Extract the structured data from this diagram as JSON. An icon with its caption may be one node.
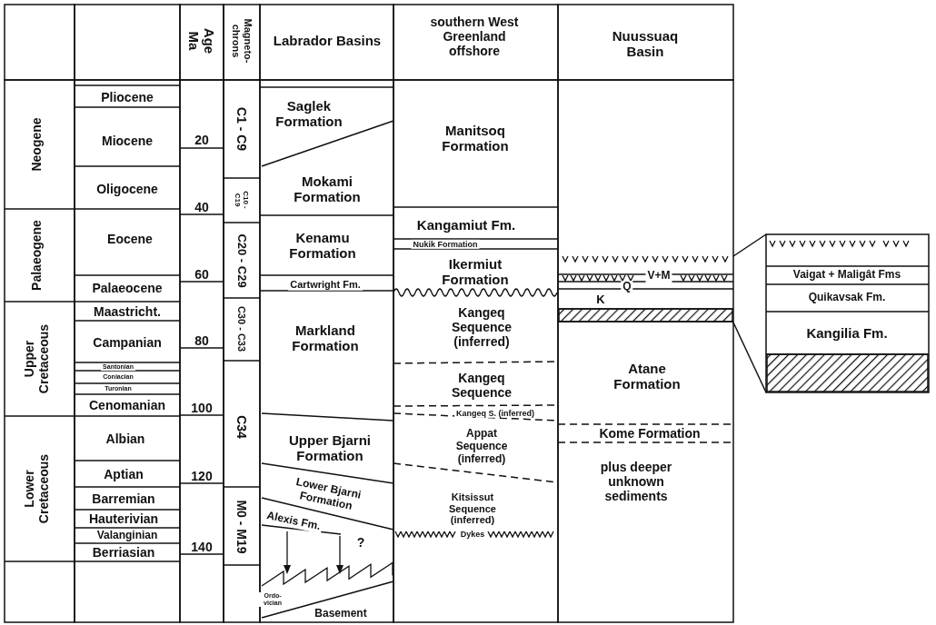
{
  "diagram": {
    "labels": [
      "Age Ma",
      "Magneto- chrons",
      "Labrador Basins",
      "southern West Greenland offshore",
      "Nuussuaq Basin",
      "Neogene",
      "Palaeogene",
      "Upper Cretaceous",
      "Lower Cretaceous",
      "Pliocene",
      "Miocene",
      "Oligocene",
      "Eocene",
      "Palaeocene",
      "Maastricht.",
      "Campanian",
      "Santonian",
      "Coniacian",
      "Turonian",
      "Cenomanian",
      "Albian",
      "Aptian",
      "Barremian",
      "Hauterivian",
      "Valanginian",
      "Berriasian",
      "20",
      "40",
      "60",
      "80",
      "100",
      "120",
      "140",
      "C1 - C9",
      "C10 - C19",
      "C20 - C29",
      "C30 - C33",
      "C34",
      "M0 - M19",
      "Saglek Formation",
      "Mokami Formation",
      "Kenamu Formation",
      "Cartwright Fm.",
      "Markland Formation",
      "Upper Bjarni Formation",
      "Lower Bjarni Formation",
      "Alexis Fm.",
      "?",
      "Ordo- vician",
      "Basement",
      "Manitsoq Formation",
      "Kangamiut Fm.",
      "Nukik Formation",
      "Ikermiut Formation",
      "Kangeq Sequence (inferred)",
      "Kangeq Sequence",
      "Kangeq S. (inferred)",
      "Appat Sequence (inferred)",
      "Kitsissut Sequence (inferred)",
      "Dykes",
      "V+M",
      "Q",
      "K",
      "Atane Formation",
      "Kome Formation",
      "plus deeper unknown sediments",
      "Vaigat + Maligât Fms",
      "Quikavsak Fm.",
      "Kangilia Fm."
    ]
  }
}
